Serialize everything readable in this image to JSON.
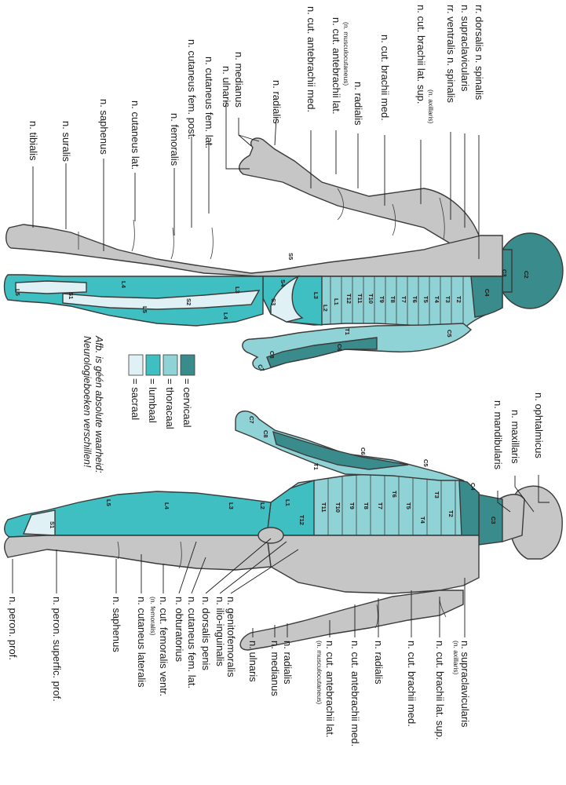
{
  "colors": {
    "cervical": "#3a8c8c",
    "thoracic": "#8fd3d6",
    "lumbar": "#3fbfc2",
    "sacral": "#dff1f5",
    "nerve": "#c6c6c6",
    "outline": "#3a3a3a"
  },
  "legend": {
    "cervical": "= cervicaal",
    "thoracic": "= thoracaal",
    "lumbar": "= lumbaal",
    "sacral": "= sacraal"
  },
  "note": {
    "line1": "Afb. is géén absolute waarheid:",
    "line2": "Neurologieboeken verschillen!"
  },
  "back": {
    "labels": [
      "rr. dorsalis n. spinalis",
      "n. supraclavicularis",
      "rr. ventralis n. spinalis",
      "n. cut. brachii lat. sup.",
      "(n. axillaris)",
      "n. cut. brachii med.",
      "n. radialis",
      "n. cut. antebrachii lat.",
      "(n. musculocutaneus)",
      "n. cut. antebrachii med.",
      "n. radialis",
      "n. medianus",
      "n. ulnaris",
      "n. cutaneus fem. lat.",
      "n. cutaneus fem. post.",
      "n. femoralis",
      "n. cutaneus lat.",
      "n. saphenus",
      "n. suralis",
      "n. tibialis"
    ],
    "segments": {
      "c2": "C2",
      "c3": "C3",
      "c4": "C4",
      "c5": "C5",
      "c6": "C6",
      "c7": "C7",
      "c8": "C8",
      "t1": "T1",
      "t2": "T2",
      "t3": "T3",
      "t4": "T4",
      "t5": "T5",
      "t6": "T6",
      "t7": "T7",
      "t8": "T8",
      "t9": "T9",
      "t10": "T10",
      "t11": "T11",
      "t12": "T12",
      "l1": "L1",
      "l2": "L2",
      "l3": "L3",
      "l3b": "L3",
      "l4": "L4",
      "l4b": "L4",
      "l5": "L5",
      "l5b": "L5",
      "s1": "S1",
      "s2": "S2",
      "s3": "S3",
      "s4": "S4",
      "s5": "S5"
    }
  },
  "front": {
    "labels": [
      "n. ophtalmicus",
      "n. maxillaris",
      "n. mandibularis",
      "n. supraclavicularis",
      "(n. axillaris)",
      "n. cut. brachii lat. sup.",
      "n. cut. brachii med.",
      "n. radialis",
      "n. cut. antebrachii med.",
      "n. cut. antebrachii lat.",
      "(n. musculocutaneus)",
      "n. radialis",
      "n. medianus",
      "n. ulnaris",
      "n. genitofemoralis",
      "n. ilio-inguinalis",
      "n. dorsalis penis",
      "n. cutaneus fem. lat.",
      "n. obturatorius",
      "n. cut. femoralis ventr.",
      "(n. femoralis)",
      "n. cutaneus lateralis",
      "n. saphenus",
      "n. peron. superfic. prof.",
      "n. peron. prof."
    ],
    "segments": {
      "c3": "C3",
      "c4": "C4",
      "c5": "C5",
      "c6": "C6",
      "c7": "C7",
      "c8": "C8",
      "t1": "T1",
      "t2": "T2",
      "t3": "T3",
      "t4": "T4",
      "t5": "T5",
      "t6": "T6",
      "t7": "T7",
      "t8": "T8",
      "t9": "T9",
      "t10": "T10",
      "t11": "T11",
      "t12": "T12",
      "l1": "L1",
      "l2": "L2",
      "l3": "L3",
      "l4": "L4",
      "l5": "L5",
      "s1": "S1"
    }
  }
}
